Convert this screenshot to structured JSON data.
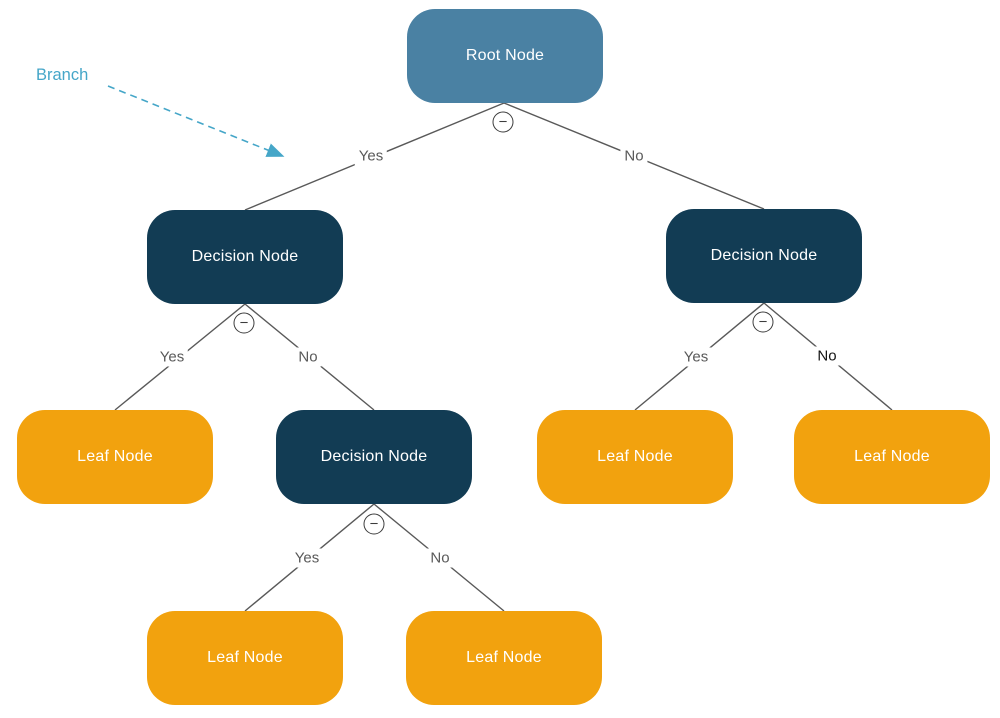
{
  "diagram": {
    "annotation": {
      "label": "Branch"
    },
    "nodes": {
      "root": {
        "label": "Root Node",
        "type": "root"
      },
      "decision_left": {
        "label": "Decision Node",
        "type": "decision"
      },
      "decision_right": {
        "label": "Decision Node",
        "type": "decision"
      },
      "decision_mid": {
        "label": "Decision Node",
        "type": "decision"
      },
      "leaf_far_left": {
        "label": "Leaf Node",
        "type": "leaf"
      },
      "leaf_right_yes": {
        "label": "Leaf Node",
        "type": "leaf"
      },
      "leaf_right_no": {
        "label": "Leaf Node",
        "type": "leaf"
      },
      "leaf_bottom_yes": {
        "label": "Leaf Node",
        "type": "leaf"
      },
      "leaf_bottom_no": {
        "label": "Leaf Node",
        "type": "leaf"
      }
    },
    "edges": {
      "root_yes": {
        "label": "Yes"
      },
      "root_no": {
        "label": "No"
      },
      "d1_yes": {
        "label": "Yes"
      },
      "d1_no": {
        "label": "No"
      },
      "d2_yes": {
        "label": "Yes"
      },
      "d2_no": {
        "label": "No"
      },
      "d3_yes": {
        "label": "Yes"
      },
      "d3_no": {
        "label": "No"
      }
    },
    "ui": {
      "collapse_glyph": "−"
    },
    "colors": {
      "root_fill": "#4A81A3",
      "decision_fill": "#123C54",
      "leaf_fill": "#F2A20E",
      "edge_stroke": "#595959",
      "edge_label_gray": "#595959",
      "edge_label_black": "#111111",
      "annotation_teal": "#45A6C8",
      "background": "#ffffff"
    }
  }
}
